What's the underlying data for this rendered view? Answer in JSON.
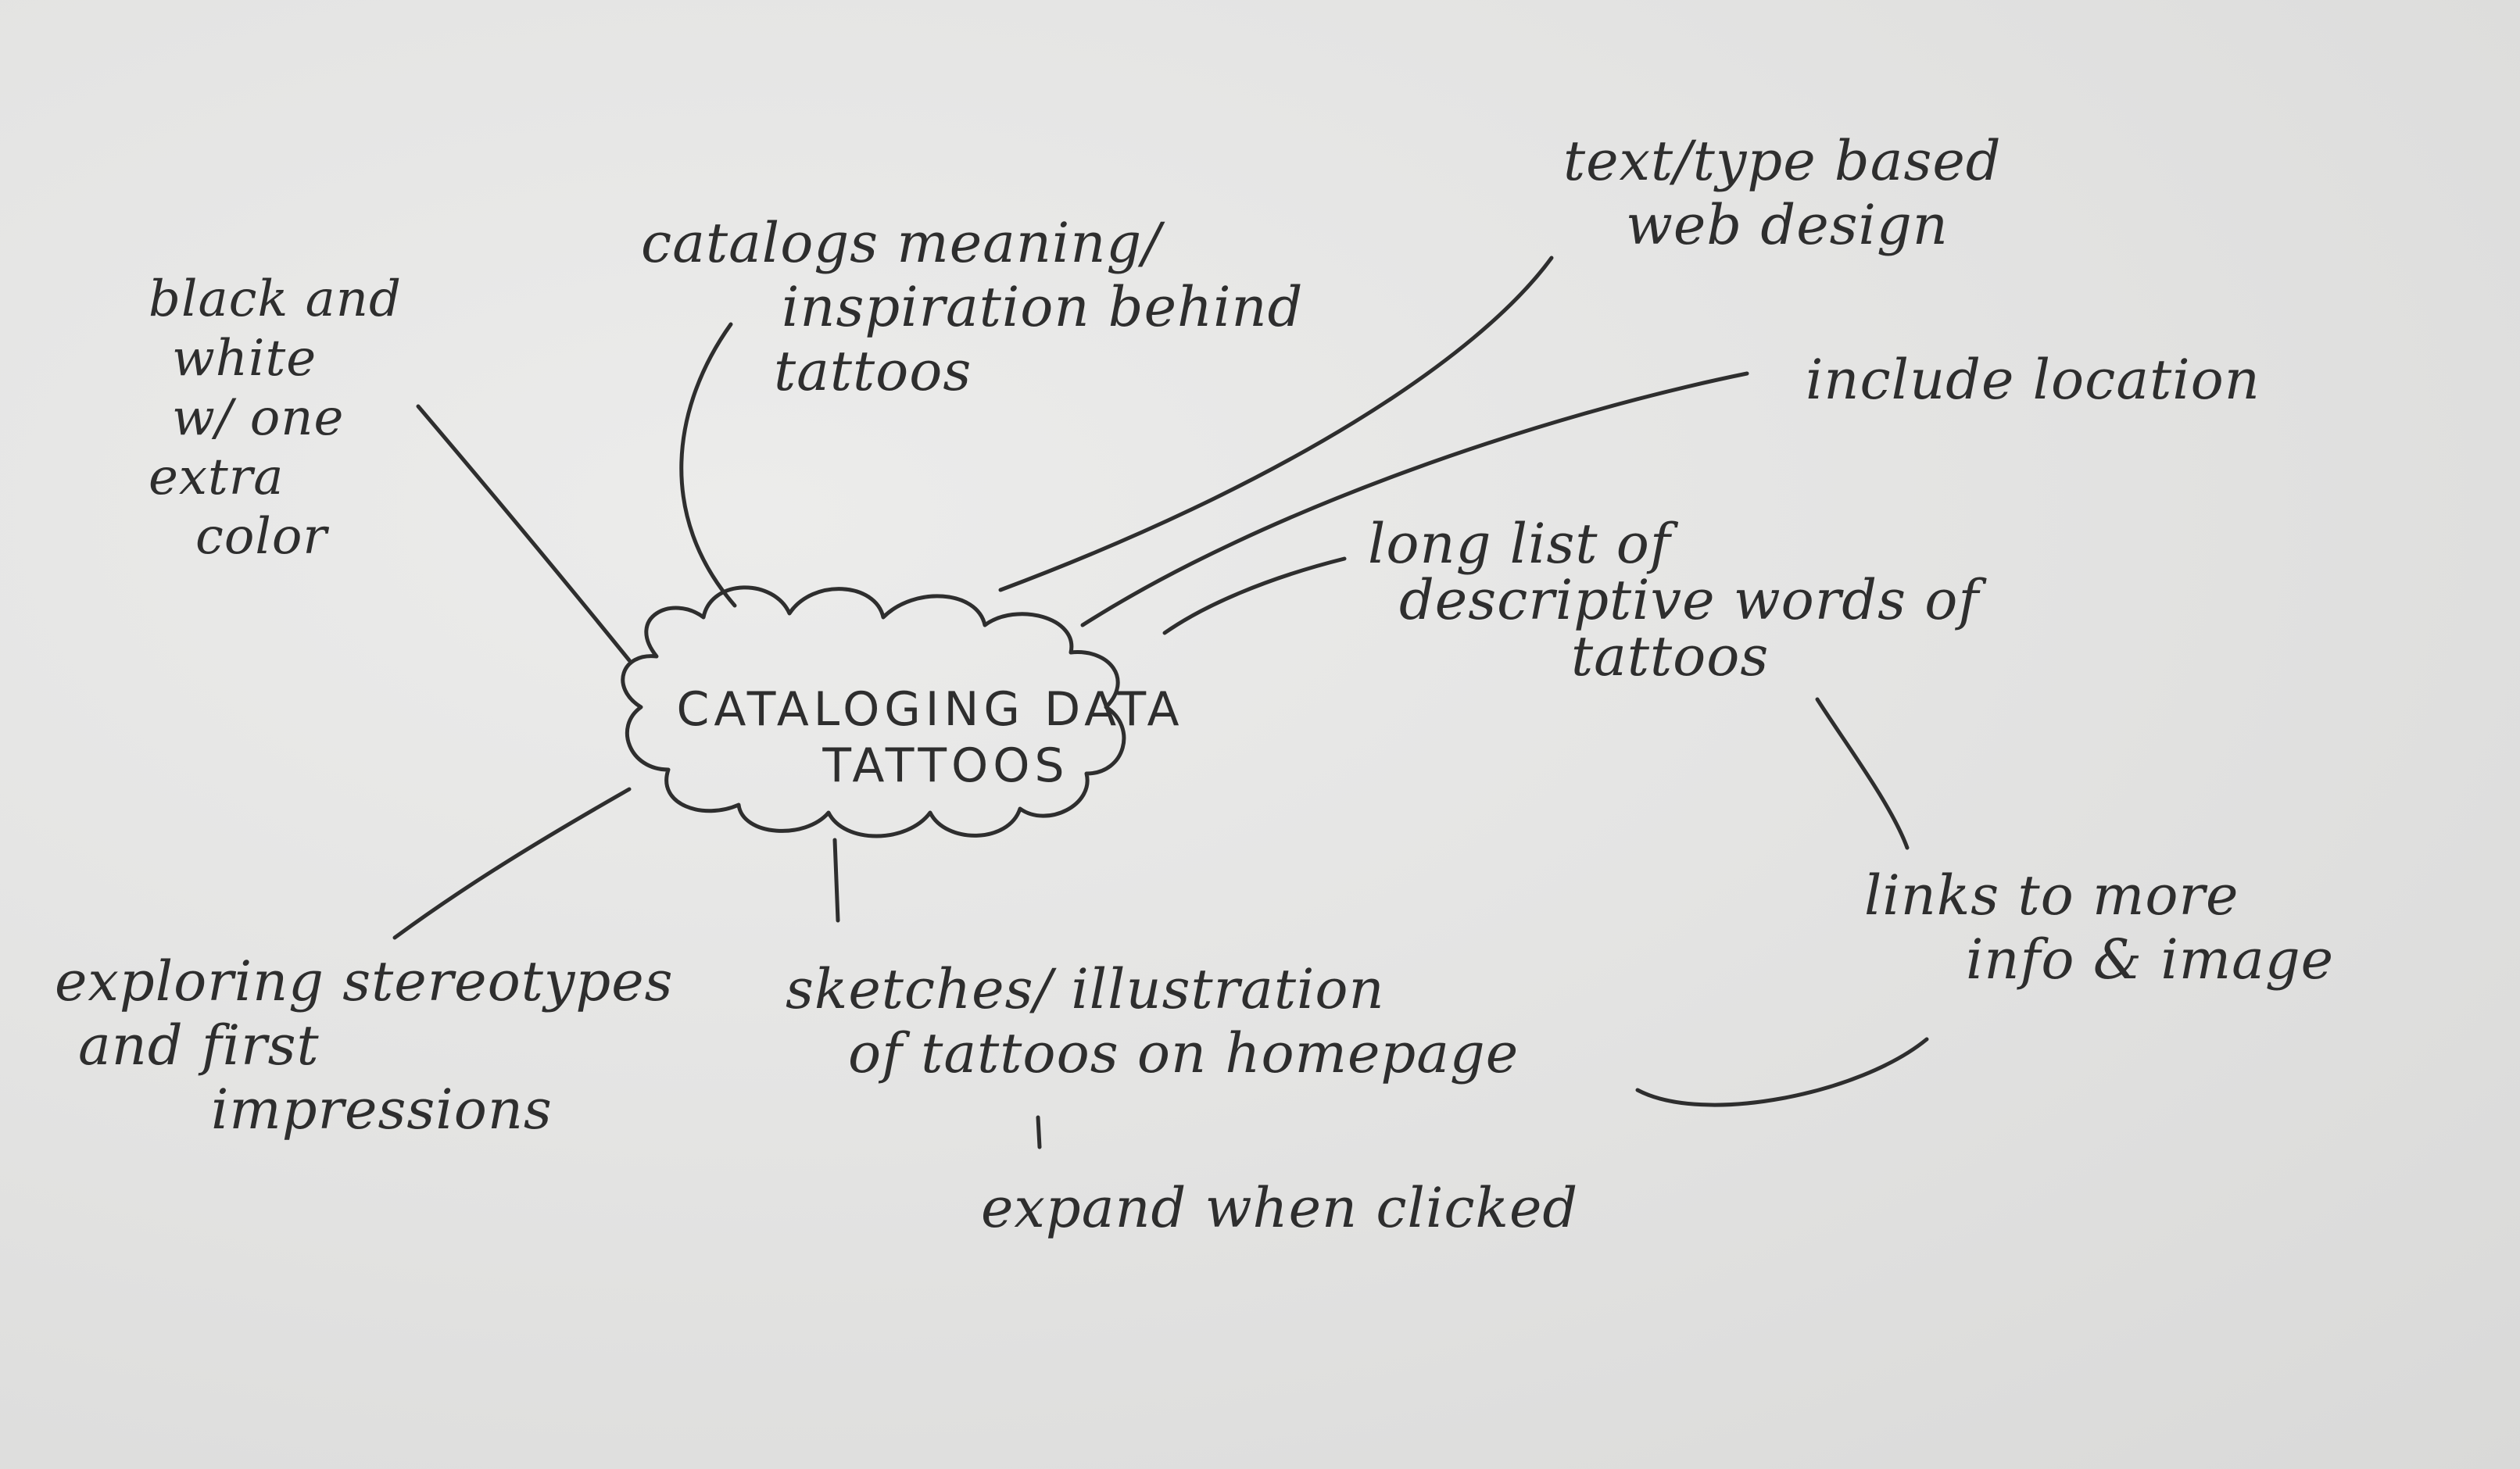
{
  "center": {
    "line1": "CATALOGING DATA",
    "line2": "TATTOOS"
  },
  "notes": {
    "color_scheme": [
      "black and",
      "white",
      "w/ one",
      "extra",
      "color"
    ],
    "meaning": [
      "catalogs meaning/",
      "inspiration behind",
      "tattoos"
    ],
    "web_design": [
      "text/type based",
      "web design"
    ],
    "location": [
      "include location"
    ],
    "descriptive": [
      "long list of",
      "descriptive words of",
      "tattoos"
    ],
    "links": [
      "links to more",
      "info & image"
    ],
    "stereotypes": [
      "exploring stereotypes",
      "and first",
      "impressions"
    ],
    "sketches": [
      "sketches/ illustration",
      "of tattoos on homepage"
    ],
    "expand": [
      "expand when clicked"
    ]
  },
  "colors": {
    "paper": "#e4e4e3",
    "ink": "#2e2e2e"
  }
}
